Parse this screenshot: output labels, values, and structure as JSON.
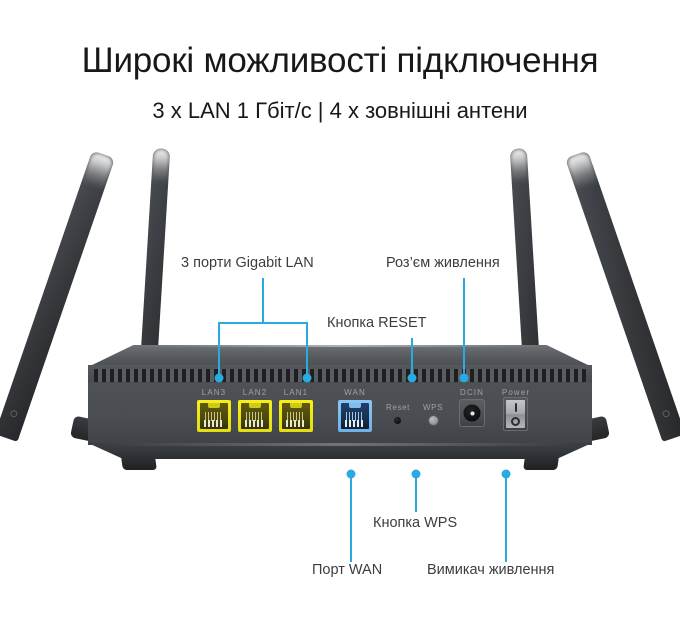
{
  "header": {
    "title": "Широкі можливості підключення",
    "subtitle": "3 x LAN 1 Гбіт/с | 4 x зовнішні антени"
  },
  "colors": {
    "accent_cyan": "#29ABE2",
    "lan_yellow": "#F5F01A",
    "wan_blue": "#8DC6F5",
    "body_grey": "#4A4D51",
    "text_dark": "#17181A",
    "callout_text": "#3B3D40"
  },
  "callouts": [
    {
      "id": "lan-ports",
      "label": "3 порти Gigabit LAN",
      "position": "top-left"
    },
    {
      "id": "power-jack",
      "label": "Роз’єм живлення",
      "position": "top-right"
    },
    {
      "id": "reset-button",
      "label": "Кнопка RESET",
      "position": "top-middle"
    },
    {
      "id": "wps-button",
      "label": "Кнопка WPS",
      "position": "bottom-middle"
    },
    {
      "id": "wan-port",
      "label": "Порт WAN",
      "position": "bottom-left"
    },
    {
      "id": "power-switch",
      "label": "Вимикач живлення",
      "position": "bottom-right"
    }
  ],
  "device": {
    "panel_labels": {
      "lan3": "LAN3",
      "lan2": "LAN2",
      "lan1": "LAN1",
      "wan": "WAN",
      "reset": "Reset",
      "wps": "WPS",
      "dcin": "DCIN",
      "power": "Power"
    },
    "ports": [
      {
        "name": "LAN3",
        "type": "lan"
      },
      {
        "name": "LAN2",
        "type": "lan"
      },
      {
        "name": "LAN1",
        "type": "lan"
      },
      {
        "name": "WAN",
        "type": "wan"
      }
    ],
    "antenna_count": 4,
    "switch_marks": {
      "on": "I",
      "off": "O"
    }
  }
}
